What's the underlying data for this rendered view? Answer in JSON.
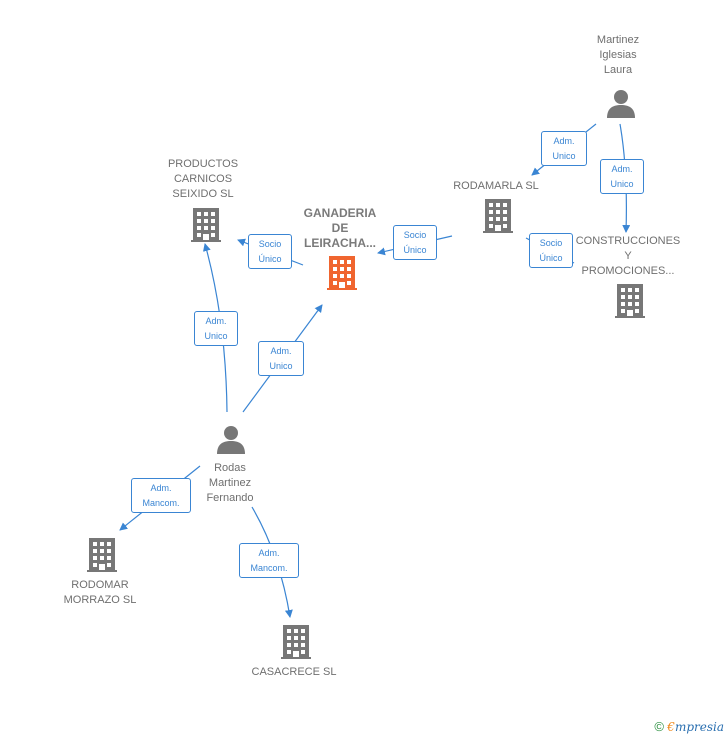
{
  "colors": {
    "edge": "#3a85d3",
    "company": "#777777",
    "main_company": "#f0652f",
    "person": "#777777"
  },
  "nodes": {
    "main": {
      "label": "GANADERIA\nDE\nLEIRACHA...",
      "icon": "building-icon"
    },
    "productos": {
      "label": "PRODUCTOS\nCARNICOS\nSEIXIDO  SL",
      "icon": "building-icon"
    },
    "rodamarla": {
      "label": "RODAMARLA SL",
      "icon": "building-icon"
    },
    "construcciones": {
      "label": "CONSTRUCCIONES\nY\nPROMOCIONES...",
      "icon": "building-icon"
    },
    "rodomar": {
      "label": "RODOMAR\nMORRAZO  SL",
      "icon": "building-icon"
    },
    "casacrece": {
      "label": "CASACRECE SL",
      "icon": "building-icon"
    },
    "laura": {
      "label": "Martinez\nIglesias\nLaura",
      "icon": "person-icon"
    },
    "fernando": {
      "label": "Rodas\nMartinez\nFernando",
      "icon": "person-icon"
    }
  },
  "edges": {
    "laura_rodamarla": "Adm.\nUnico",
    "laura_construcciones": "Adm.\nUnico",
    "construcciones_rodamarla": "Socio\nÚnico",
    "rodamarla_main": "Socio\nÚnico",
    "main_productos": "Socio\nÚnico",
    "fernando_productos": "Adm.\nUnico",
    "fernando_main": "Adm.\nUnico",
    "fernando_rodomar": "Adm.\nMancom.",
    "fernando_casacrece": "Adm.\nMancom."
  },
  "footer": {
    "copyright_symbol": "©",
    "brand_first": "€",
    "brand_rest": "mpresia"
  }
}
